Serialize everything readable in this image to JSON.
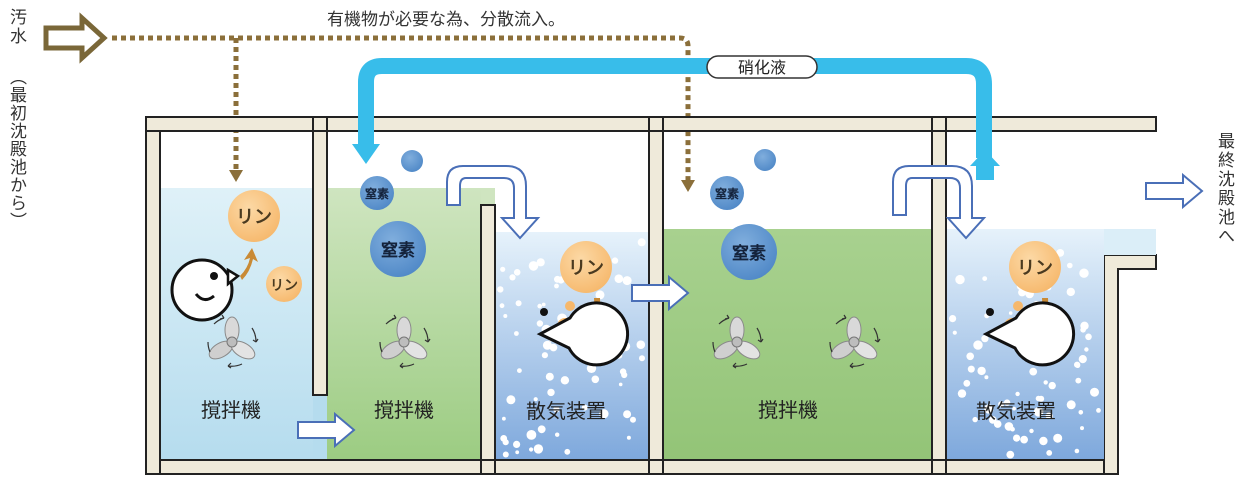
{
  "inlet": {
    "label_top": "汚水",
    "label_sub": "（最初沈殿池から）",
    "arrow_icon": "hollow-arrow-right-icon"
  },
  "flow_note": "有機物が必要な為、分散流入。",
  "recycle_label": "硝化液",
  "outlet_label": "最終沈殿池へ",
  "tanks": {
    "t1": {
      "label": "撹拌機",
      "p_big": "リン",
      "p_small": "リン"
    },
    "t2": {
      "label": "撹拌機",
      "n_small": "窒素",
      "n_big": "窒素"
    },
    "t3": {
      "label": "散気装置",
      "p": "リン"
    },
    "t4": {
      "label": "撹拌機",
      "n_small": "窒素",
      "n_big": "窒素"
    },
    "t5": {
      "label": "散気装置",
      "p": "リン"
    }
  },
  "colors": {
    "wall": "#EFEADA",
    "wall_stroke": "#222222",
    "anaerobic_water": "#C9E8F2",
    "anoxic_water": "#A6D08A",
    "aerobic_water": "#8FB5E2",
    "recycle_pipe": "#38BDEA",
    "dotted_feed": "#8B6F3A",
    "phosphorus": "#F9C480",
    "nitrogen": "#5E95CF"
  }
}
